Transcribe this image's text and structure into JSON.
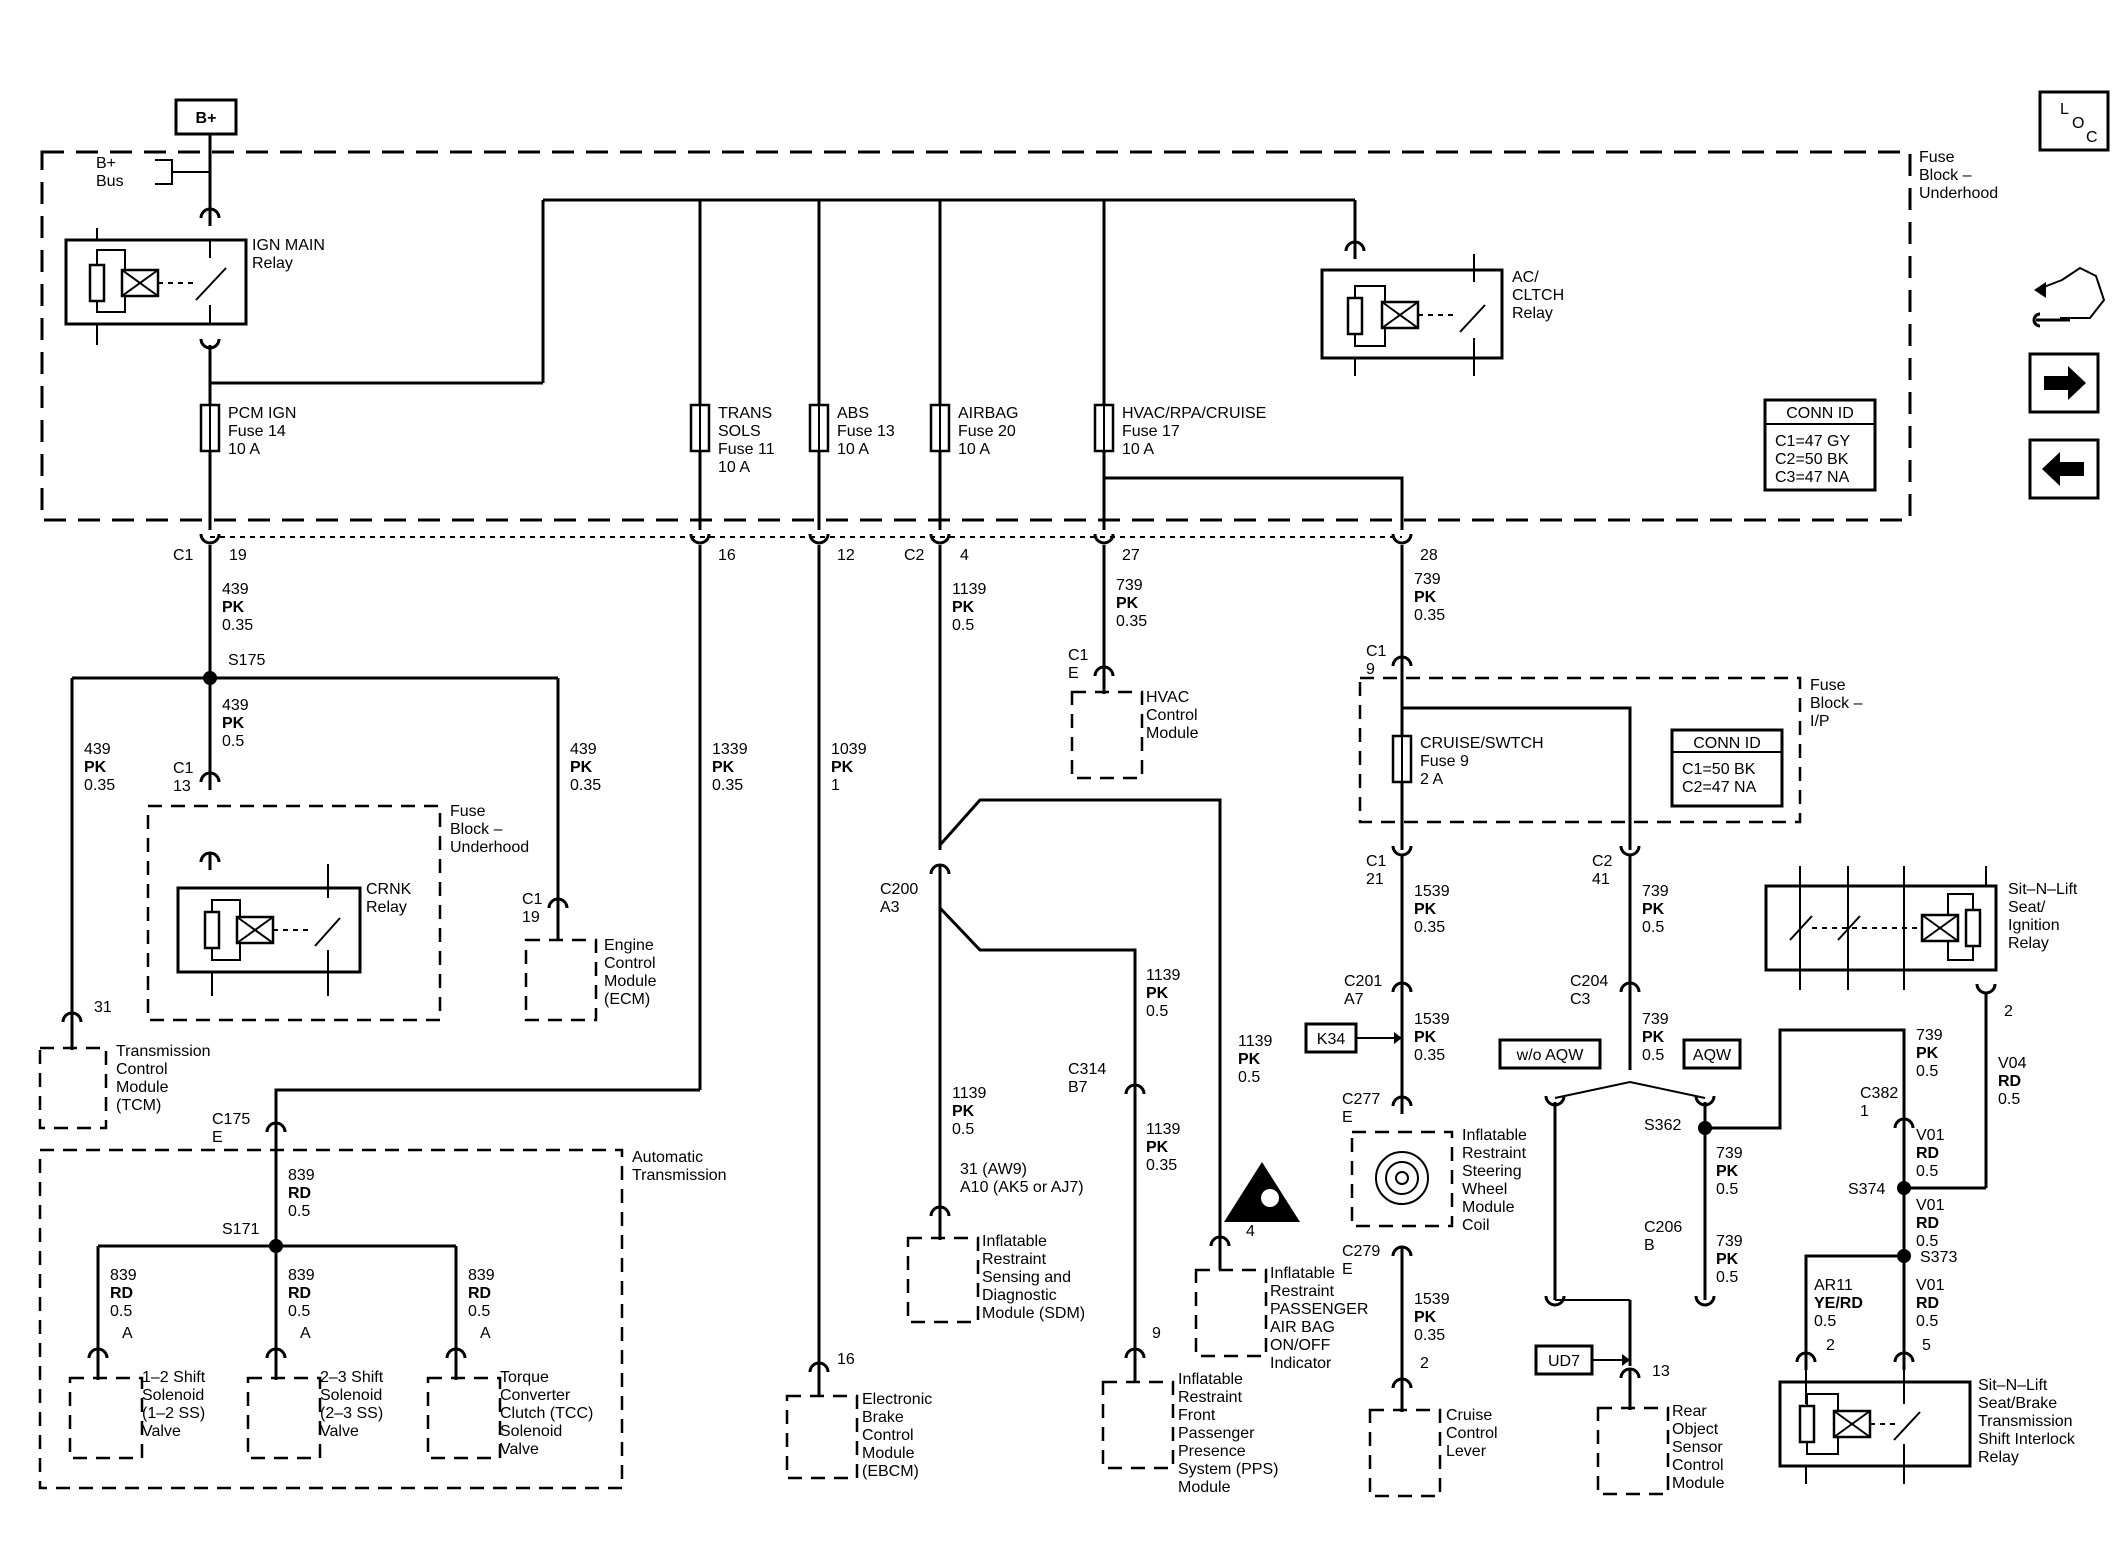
{
  "supply": {
    "label": "B+",
    "bus": [
      "B+",
      "Bus"
    ]
  },
  "loc_button": [
    "L",
    "O",
    "C"
  ],
  "fuse_block_underhood": [
    "Fuse",
    "Block –",
    "Underhood"
  ],
  "fuse_block_ip": [
    "Fuse",
    "Block –",
    "I/P"
  ],
  "ign_main_relay": [
    "IGN MAIN",
    "Relay"
  ],
  "ac_clutch_relay": [
    "AC/",
    "CLTCH",
    "Relay"
  ],
  "conn_id_underhood": {
    "title": "CONN ID",
    "rows": [
      "C1=47 GY",
      "C2=50 BK",
      "C3=47 NA"
    ]
  },
  "conn_id_ip": {
    "title": "CONN ID",
    "rows": [
      "C1=50 BK",
      "C2=47 NA"
    ]
  },
  "fuses": {
    "pcm_ign": [
      "PCM IGN",
      "Fuse 14",
      "10 A"
    ],
    "trans_sols": [
      "TRANS",
      "SOLS",
      "Fuse 11",
      "10 A"
    ],
    "abs": [
      "ABS",
      "Fuse 13",
      "10 A"
    ],
    "airbag": [
      "AIRBAG",
      "Fuse 20",
      "10 A"
    ],
    "hvac": [
      "HVAC/RPA/CRUISE",
      "Fuse 17",
      "10 A"
    ],
    "cruise": [
      "CRUISE/SWTCH",
      "Fuse 9",
      "2 A"
    ]
  },
  "connectors": {
    "c1_19": [
      "C1",
      "19"
    ],
    "c16": "16",
    "c12": "12",
    "c2_4": [
      "C2",
      "4"
    ],
    "c27": "27",
    "c28": "28",
    "c1_9": [
      "C1",
      "9"
    ],
    "c1_e": [
      "C1",
      "E"
    ],
    "c1_13": [
      "C1",
      "13"
    ],
    "c1_19b": [
      "C1",
      "19"
    ],
    "c31": "31",
    "c175": [
      "C175",
      "E"
    ],
    "c200": [
      "C200",
      "A3"
    ],
    "c314": [
      "C314",
      "B7"
    ],
    "c1_21": [
      "C1",
      "21"
    ],
    "c2_41": [
      "C2",
      "41"
    ],
    "c201": [
      "C201",
      "A7"
    ],
    "c204": [
      "C204",
      "C3"
    ],
    "c277": [
      "C277",
      "E"
    ],
    "c279": [
      "C279",
      "E"
    ],
    "c2_pin": "2",
    "c206": [
      "C206",
      "B"
    ],
    "c13": "13",
    "c382": [
      "C382",
      "1"
    ],
    "c_ss12": "A",
    "c_ss23": "A",
    "c_tcc": "A",
    "c_ebcm": "16",
    "c_sdm": [
      "31 (AW9)",
      "A10 (AK5 or AJ7)"
    ],
    "c_pps": "9",
    "c_ind": "4",
    "c_lever": "2",
    "c_relay2": "2",
    "c_ar11": "2",
    "c_v01": "5"
  },
  "wires": {
    "w439_a": [
      "439",
      "PK",
      "0.35"
    ],
    "w439_b": [
      "439",
      "PK",
      "0.5"
    ],
    "w439_c": [
      "439",
      "PK",
      "0.35"
    ],
    "w439_d": [
      "439",
      "PK",
      "0.35"
    ],
    "w1339": [
      "1339",
      "PK",
      "0.35"
    ],
    "w1039": [
      "1039",
      "PK",
      "1"
    ],
    "w1139_a": [
      "1139",
      "PK",
      "0.5"
    ],
    "w739_a": [
      "739",
      "PK",
      "0.35"
    ],
    "w739_b": [
      "739",
      "PK",
      "0.35"
    ],
    "w1539_a": [
      "1539",
      "PK",
      "0.35"
    ],
    "w739_c": [
      "739",
      "PK",
      "0.5"
    ],
    "w1539_b": [
      "1539",
      "PK",
      "0.35"
    ],
    "w739_d": [
      "739",
      "PK",
      "0.5"
    ],
    "w1139_b": [
      "1139",
      "PK",
      "0.5"
    ],
    "w1139_c": [
      "1139",
      "PK",
      "0.5"
    ],
    "w1139_d": [
      "1139",
      "PK",
      "0.35"
    ],
    "w1139_e": [
      "1139",
      "PK",
      "0.5"
    ],
    "w839_a": [
      "839",
      "RD",
      "0.5"
    ],
    "w839_b": [
      "839",
      "RD",
      "0.5"
    ],
    "w839_c": [
      "839",
      "RD",
      "0.5"
    ],
    "w839_d": [
      "839",
      "RD",
      "0.5"
    ],
    "w1539_c": [
      "1539",
      "PK",
      "0.35"
    ],
    "w739_e": [
      "739",
      "PK",
      "0.5"
    ],
    "w739_f": [
      "739",
      "PK",
      "0.5"
    ],
    "w739_g": [
      "739",
      "PK",
      "0.5"
    ],
    "w_v04": [
      "V04",
      "RD",
      "0.5"
    ],
    "w_v01a": [
      "V01",
      "RD",
      "0.5"
    ],
    "w_v01b": [
      "V01",
      "RD",
      "0.5"
    ],
    "w_v01c": [
      "V01",
      "RD",
      "0.5"
    ],
    "w_ar11": [
      "AR11",
      "YE/RD",
      "0.5"
    ]
  },
  "splices": {
    "s175": "S175",
    "s171": "S171",
    "s362": "S362",
    "s374": "S374",
    "s373": "S373"
  },
  "options": {
    "k34": "K34",
    "ud7": "UD7",
    "wo_aqw": "w/o AQW",
    "aqw": "AQW"
  },
  "components": {
    "crnk_relay": [
      "CRNK",
      "Relay"
    ],
    "tcm": [
      "Transmission",
      "Control",
      "Module",
      "(TCM)"
    ],
    "ecm": [
      "Engine",
      "Control",
      "Module",
      "(ECM)"
    ],
    "hvac_module": [
      "HVAC",
      "Control",
      "Module"
    ],
    "auto_trans": [
      "Automatic",
      "Transmission"
    ],
    "ss12": [
      "1–2 Shift",
      "Solenoid",
      "(1–2 SS)",
      "Valve"
    ],
    "ss23": [
      "2–3 Shift",
      "Solenoid",
      "(2–3 SS)",
      "Valve"
    ],
    "tcc": [
      "Torque",
      "Converter",
      "Clutch (TCC)",
      "Solenoid",
      "Valve"
    ],
    "ebcm": [
      "Electronic",
      "Brake",
      "Control",
      "Module",
      "(EBCM)"
    ],
    "sdm": [
      "Inflatable",
      "Restraint",
      "Sensing and",
      "Diagnostic",
      "Module (SDM)"
    ],
    "pps": [
      "Inflatable",
      "Restraint",
      "Front",
      "Passenger",
      "Presence",
      "System (PPS)",
      "Module"
    ],
    "airbag_ind": [
      "Inflatable",
      "Restraint",
      "PASSENGER",
      "AIR BAG",
      "ON/OFF",
      "Indicator"
    ],
    "coil": [
      "Inflatable",
      "Restraint",
      "Steering",
      "Wheel",
      "Module",
      "Coil"
    ],
    "cruise_lever": [
      "Cruise",
      "Control",
      "Lever"
    ],
    "rear_obj": [
      "Rear",
      "Object",
      "Sensor",
      "Control",
      "Module"
    ],
    "snl_ign_relay": [
      "Sit–N–Lift",
      "Seat/",
      "Ignition",
      "Relay"
    ],
    "snl_brake_relay": [
      "Sit–N–Lift",
      "Seat/Brake",
      "Transmission",
      "Shift Interlock",
      "Relay"
    ]
  }
}
